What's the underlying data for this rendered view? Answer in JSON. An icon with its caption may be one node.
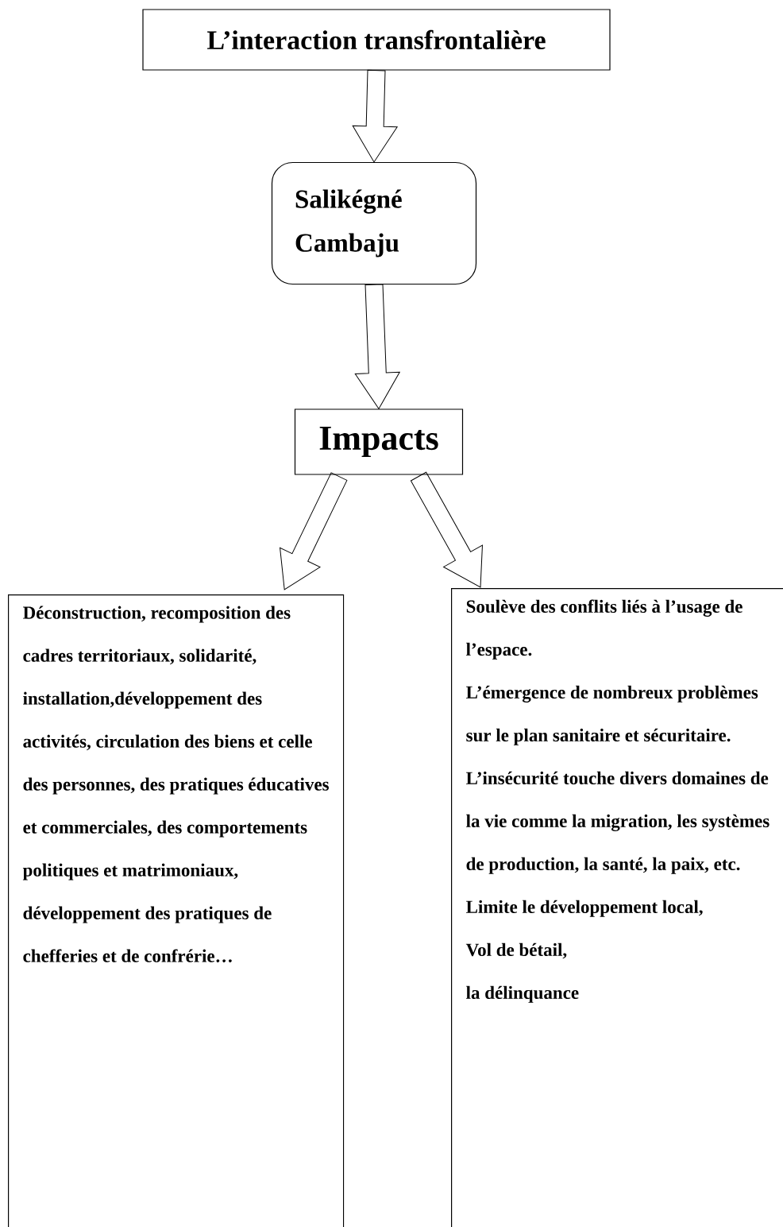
{
  "diagram": {
    "nodes": [
      {
        "text": [
          "L’interaction transfrontalière"
        ]
      },
      {
        "text": [
          "Salikégné Cambaju"
        ]
      },
      {
        "text": [
          "Impacts"
        ]
      },
      {
        "text": [
          "Déconstruction, recomposition des cadres territoriaux, solidarité, installation,développement des activités, circulation des biens et celle des personnes, des pratiques éducatives et commerciales, des comportements politiques et matrimoniaux, développement des pratiques de chefferies et de confrérie…"
        ]
      },
      {
        "text": [
          "Soulève des conflits liés à l’usage de l’espace.",
          "L’émergence de nombreux problèmes sur le plan sanitaire et sécuritaire.",
          "L’insécurité touche divers domaines de la vie comme la migration, les systèmes de production, la santé, la paix, etc.",
          "Limite le développement local,",
          "Vol de bétail,",
          "la délinquance"
        ]
      }
    ],
    "edges": [
      {
        "from": 0,
        "to": 1,
        "arrow": "to"
      },
      {
        "from": 1,
        "to": 2,
        "arrow": "to"
      },
      {
        "from": 2,
        "to": 3,
        "arrow": "to"
      },
      {
        "from": 2,
        "to": 4,
        "arrow": "to"
      }
    ]
  }
}
